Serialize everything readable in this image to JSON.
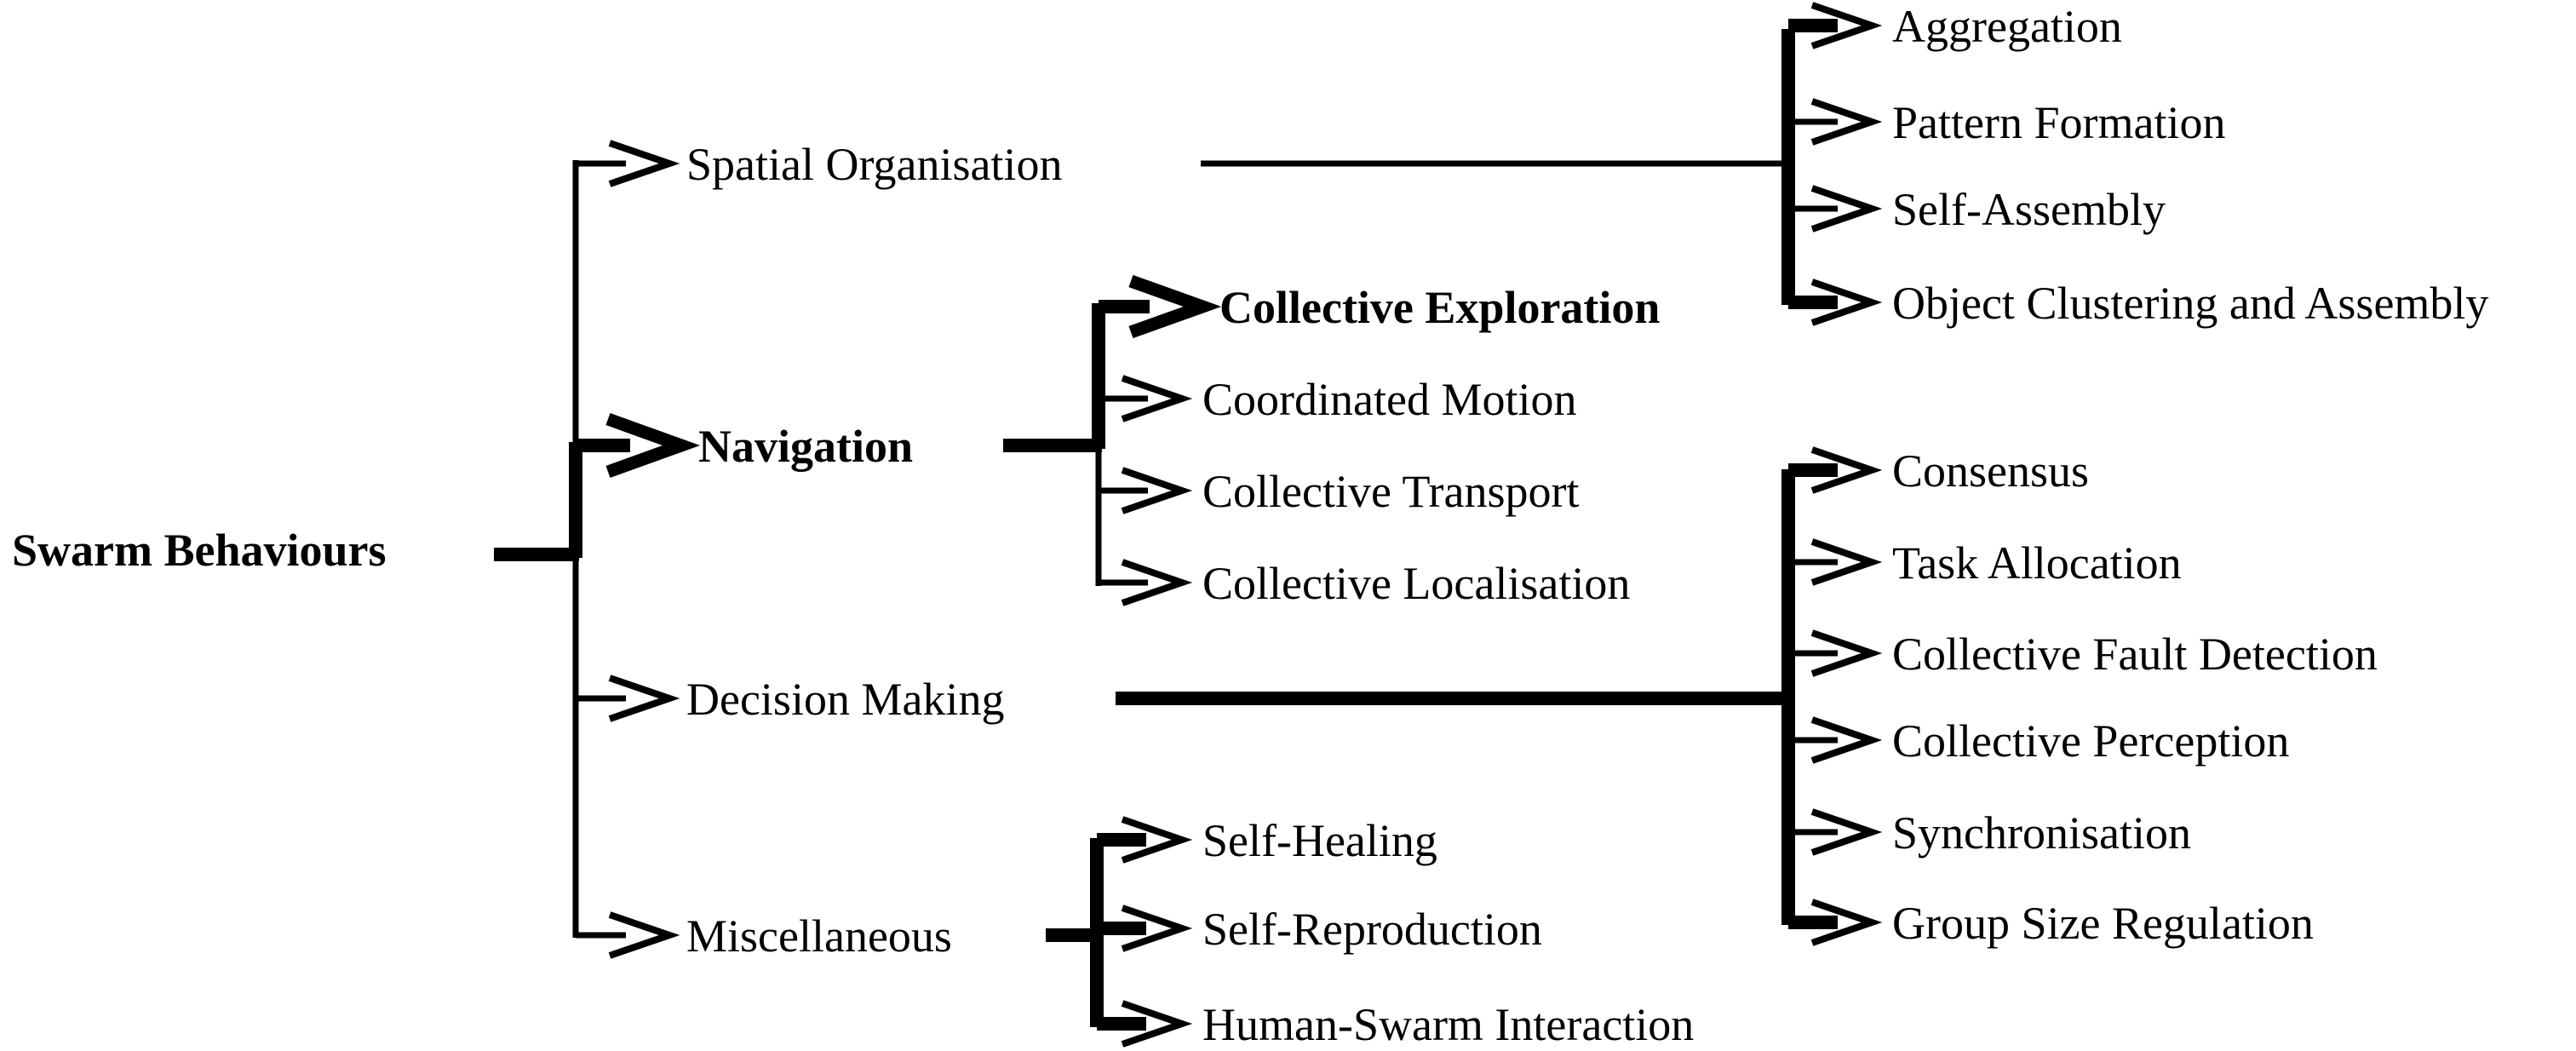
{
  "diagram": {
    "title": "Swarm Behaviours",
    "type": "taxonomy-tree",
    "orientation": "left-to-right",
    "background_color": "#ffffff",
    "line_color": "#000000",
    "text_color": "#000000",
    "root": {
      "label": "Swarm Behaviours",
      "emphasis": "bold"
    },
    "categories": [
      {
        "id": "spatial-organisation",
        "label": "Spatial Organisation",
        "emphasis": "normal",
        "children": [
          {
            "label": "Aggregation",
            "emphasis": "normal"
          },
          {
            "label": "Pattern Formation",
            "emphasis": "normal"
          },
          {
            "label": "Self-Assembly",
            "emphasis": "normal"
          },
          {
            "label": "Object Clustering and Assembly",
            "emphasis": "normal"
          }
        ]
      },
      {
        "id": "navigation",
        "label": "Navigation",
        "emphasis": "bold",
        "children": [
          {
            "label": "Collective Exploration",
            "emphasis": "bold"
          },
          {
            "label": "Coordinated Motion",
            "emphasis": "normal"
          },
          {
            "label": "Collective Transport",
            "emphasis": "normal"
          },
          {
            "label": "Collective Localisation",
            "emphasis": "normal"
          }
        ]
      },
      {
        "id": "decision-making",
        "label": "Decision Making",
        "emphasis": "normal",
        "children": [
          {
            "label": "Consensus",
            "emphasis": "normal"
          },
          {
            "label": "Task Allocation",
            "emphasis": "normal"
          },
          {
            "label": "Collective Fault Detection",
            "emphasis": "normal"
          },
          {
            "label": "Collective Perception",
            "emphasis": "normal"
          },
          {
            "label": "Synchronisation",
            "emphasis": "normal"
          },
          {
            "label": "Group Size Regulation",
            "emphasis": "normal"
          }
        ]
      },
      {
        "id": "miscellaneous",
        "label": "Miscellaneous",
        "emphasis": "normal",
        "children": [
          {
            "label": "Self-Healing",
            "emphasis": "normal"
          },
          {
            "label": "Self-Reproduction",
            "emphasis": "normal"
          },
          {
            "label": "Human-Swarm Interaction",
            "emphasis": "normal"
          }
        ]
      }
    ]
  },
  "labels": {
    "root": "Swarm Behaviours",
    "spatial_organisation": "Spatial Organisation",
    "navigation": "Navigation",
    "decision_making": "Decision Making",
    "miscellaneous": "Miscellaneous",
    "aggregation": "Aggregation",
    "pattern_formation": "Pattern Formation",
    "self_assembly": "Self-Assembly",
    "object_clustering_and_assembly": "Object Clustering and Assembly",
    "collective_exploration": "Collective Exploration",
    "coordinated_motion": "Coordinated Motion",
    "collective_transport": "Collective Transport",
    "collective_localisation": "Collective Localisation",
    "consensus": "Consensus",
    "task_allocation": "Task Allocation",
    "collective_fault_detection": "Collective Fault Detection",
    "collective_perception": "Collective Perception",
    "synchronisation": "Synchronisation",
    "group_size_regulation": "Group Size Regulation",
    "self_healing": "Self-Healing",
    "self_reproduction": "Self-Reproduction",
    "human_swarm_interaction": "Human-Swarm Interaction"
  }
}
